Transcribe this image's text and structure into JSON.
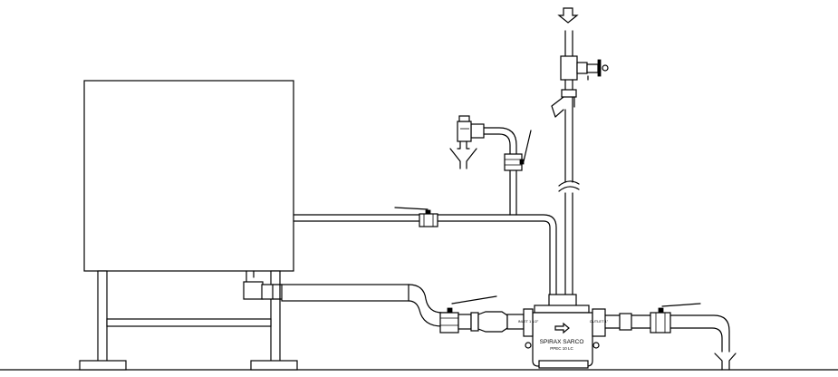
{
  "trap": {
    "brand": "SPIRAX SARCO",
    "model": "PPEC 10 LC"
  },
  "ports": {
    "inlet": "INLET 1 1/2\"",
    "outlet": "OUTLET 1\""
  },
  "colors": {
    "line": "#000000",
    "background": "#ffffff"
  }
}
